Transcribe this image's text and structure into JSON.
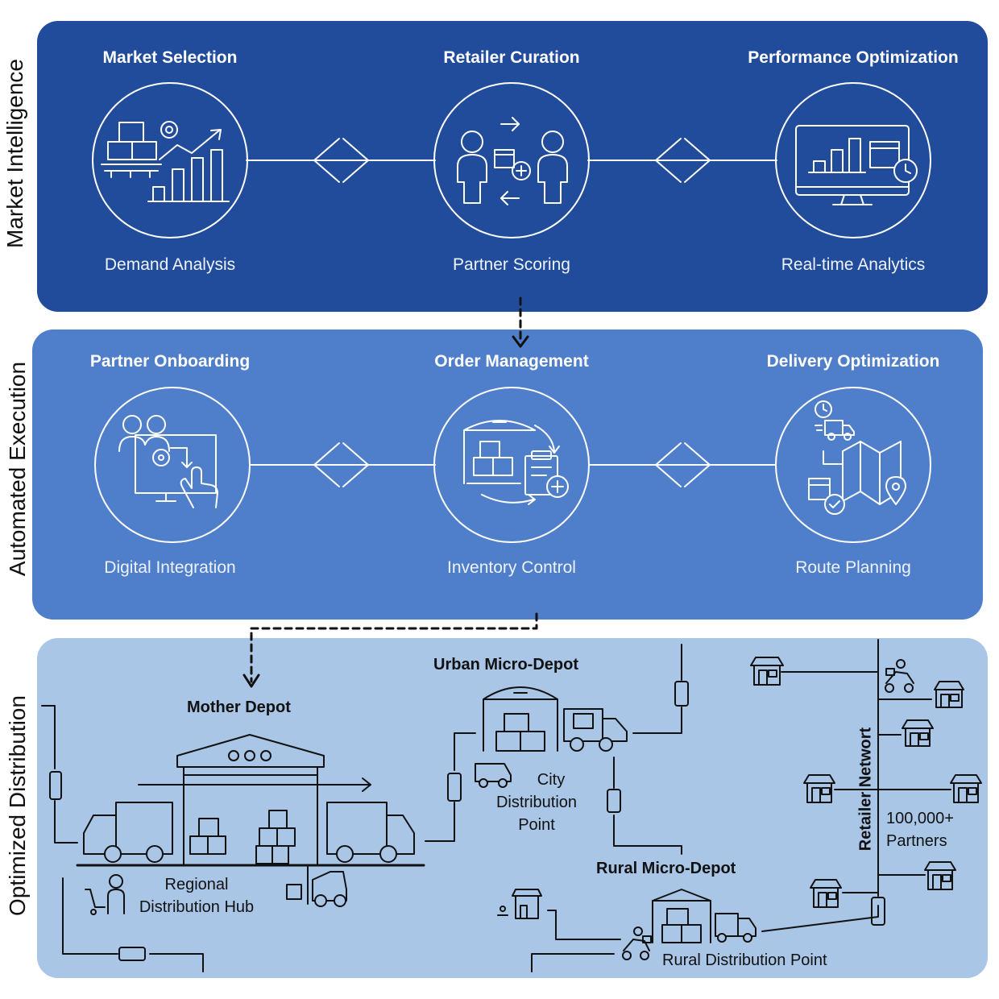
{
  "rows": {
    "market_intelligence": "Market Intelligence",
    "automated_execution": "Automated Execution",
    "optimized_distribution": "Optimized Distribution"
  },
  "market": {
    "stages": [
      {
        "title": "Market Selection",
        "subtitle": "Demand Analysis"
      },
      {
        "title": "Retailer Curation",
        "subtitle": "Partner Scoring"
      },
      {
        "title": "Performance Optimization",
        "subtitle": "Real-time Analytics"
      }
    ]
  },
  "execution": {
    "stages": [
      {
        "title": "Partner Onboarding",
        "subtitle": "Digital Integration"
      },
      {
        "title": "Order Management",
        "subtitle": "Inventory Control"
      },
      {
        "title": "Delivery Optimization",
        "subtitle": "Route Planning"
      }
    ]
  },
  "distribution": {
    "mother_depot": "Mother Depot",
    "regional_hub_line1": "Regional",
    "regional_hub_line2": "Distribution Hub",
    "urban_depot": "Urban Micro-Depot",
    "city_point_line1": "City",
    "city_point_line2": "Distribution",
    "city_point_line3": "Point",
    "rural_depot": "Rural Micro-Depot",
    "rural_point": "Rural Distribution Point",
    "retailer_network": "Retailer Networt",
    "partners_line1": "100,000+",
    "partners_line2": "Partners"
  },
  "colors": {
    "panel_dark": "#214b9b",
    "panel_mid": "#4f7fcb",
    "panel_light": "#a9c6e7",
    "line_white": "#ffffff",
    "line_dark": "#111111"
  }
}
